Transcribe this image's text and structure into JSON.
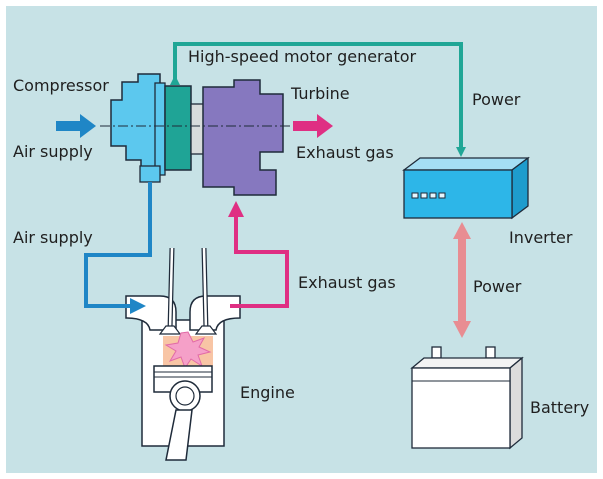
{
  "labels": {
    "motor_generator": "High-speed motor generator",
    "compressor": "Compressor",
    "turbine": "Turbine",
    "air_supply_top": "Air supply",
    "exhaust_top": "Exhaust gas",
    "power_top": "Power",
    "inverter": "Inverter",
    "air_supply_bottom": "Air supply",
    "exhaust_bottom": "Exhaust gas",
    "power_bottom": "Power",
    "engine": "Engine",
    "battery": "Battery"
  },
  "colors": {
    "background": "#c7e2e6",
    "compressor": "#5cc8ee",
    "motor_generator": "#1fa496",
    "turbine": "#8678bf",
    "inverter": "#2db6e8",
    "air_arrow": "#1f86c6",
    "exhaust_arrow": "#df2f83",
    "power_arrow": "#20a696",
    "battery_power_arrow": "#e88d92",
    "combustion": "#f5a0c8"
  }
}
